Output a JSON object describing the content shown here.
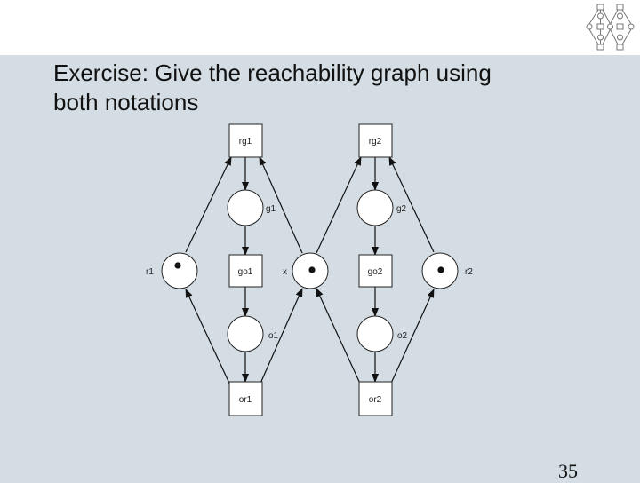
{
  "slide": {
    "title_line1": "Exercise: Give the reachability graph using",
    "title_line2": "both notations",
    "page_number": "35"
  },
  "petri_net": {
    "transitions": [
      {
        "id": "rg1",
        "label": "rg1"
      },
      {
        "id": "rg2",
        "label": "rg2"
      },
      {
        "id": "go1",
        "label": "go1"
      },
      {
        "id": "go2",
        "label": "go2"
      },
      {
        "id": "or1",
        "label": "or1"
      },
      {
        "id": "or2",
        "label": "or2"
      }
    ],
    "places": [
      {
        "id": "g1",
        "label": "g1",
        "tokens": 0
      },
      {
        "id": "g2",
        "label": "g2",
        "tokens": 0
      },
      {
        "id": "r1",
        "label": "r1",
        "tokens": 1
      },
      {
        "id": "x",
        "label": "x",
        "tokens": 1
      },
      {
        "id": "r2",
        "label": "r2",
        "tokens": 1
      },
      {
        "id": "o1",
        "label": "o1",
        "tokens": 0
      },
      {
        "id": "o2",
        "label": "o2",
        "tokens": 0
      }
    ],
    "arcs": [
      [
        "rg1",
        "g1"
      ],
      [
        "g1",
        "go1"
      ],
      [
        "go1",
        "o1"
      ],
      [
        "o1",
        "or1"
      ],
      [
        "or1",
        "r1"
      ],
      [
        "r1",
        "rg1"
      ],
      [
        "x",
        "rg1"
      ],
      [
        "or1",
        "x"
      ],
      [
        "rg2",
        "g2"
      ],
      [
        "g2",
        "go2"
      ],
      [
        "go2",
        "o2"
      ],
      [
        "o2",
        "or2"
      ],
      [
        "or2",
        "r2"
      ],
      [
        "r2",
        "rg2"
      ],
      [
        "x",
        "rg2"
      ],
      [
        "or2",
        "x"
      ]
    ]
  }
}
